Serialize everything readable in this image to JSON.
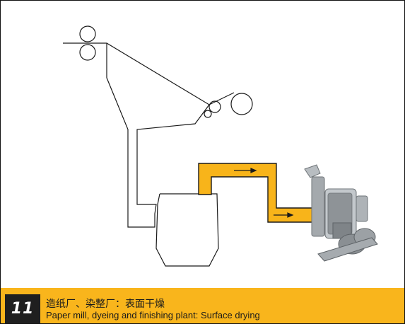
{
  "figure": {
    "number": "11",
    "caption_zh": "造纸厂、染整厂：表面干燥",
    "caption_en": "Paper mill, dyeing and finishing plant: Surface drying"
  },
  "colors": {
    "duct": "#f8b41a",
    "band": "#f9b51c",
    "line": "#1a1a1a",
    "machine": "#9aa0a4"
  },
  "icons": [
    "flow-arrow-icon",
    "blower-unit-icon"
  ]
}
